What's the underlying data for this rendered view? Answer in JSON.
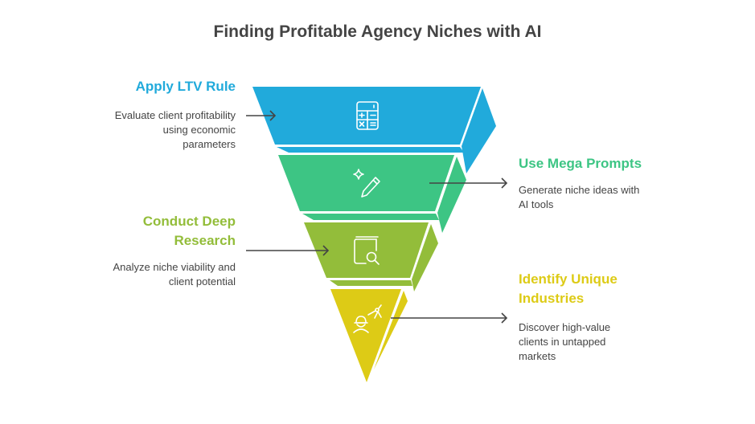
{
  "title": "Finding Profitable Agency Niches with AI",
  "colors": {
    "blue": "#21AADB",
    "green": "#3DC584",
    "lime": "#93BD3A",
    "yellow": "#DDCB16",
    "text": "#444444"
  },
  "stages": [
    {
      "heading": "Apply LTV Rule",
      "description_lines": [
        "Evaluate client profitability",
        "using economic",
        "parameters"
      ],
      "icon": "calculator-icon",
      "side": "left"
    },
    {
      "heading": "Use Mega Prompts",
      "description_lines": [
        "Generate niche ideas with",
        "AI tools"
      ],
      "icon": "sparkle-pencil-icon",
      "side": "right"
    },
    {
      "heading_lines": [
        "Conduct Deep",
        "Research"
      ],
      "description_lines": [
        "Analyze niche viability and",
        "client potential"
      ],
      "icon": "book-search-icon",
      "side": "left"
    },
    {
      "heading_lines": [
        "Identify Unique",
        "Industries"
      ],
      "description_lines": [
        "Discover high-value",
        "clients in untapped",
        "markets"
      ],
      "icon": "engineer-compass-icon",
      "side": "right"
    }
  ]
}
